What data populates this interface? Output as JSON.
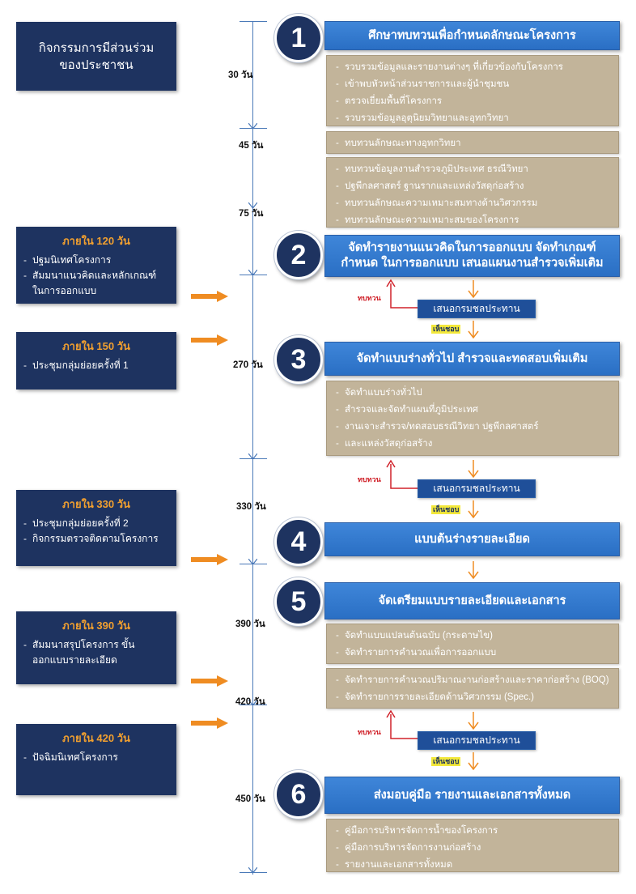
{
  "main_box": {
    "line1": "กิจกรรมการมีส่วนร่วม",
    "line2": "ของประชาชน"
  },
  "participation": [
    {
      "title": "ภายใน 120 วัน",
      "items": [
        "ปฐมนิเทศโครงการ",
        "สัมมนาแนวคิดและหลักเกณฑ์ ในการออกแบบ"
      ]
    },
    {
      "title": "ภายใน 150 วัน",
      "items": [
        "ประชุมกลุ่มย่อยครั้งที่ 1"
      ]
    },
    {
      "title": "ภายใน 330 วัน",
      "items": [
        "ประชุมกลุ่มย่อยครั้งที่ 2",
        "กิจกรรมตรวจติดตามโครงการ"
      ]
    },
    {
      "title": "ภายใน 390 วัน",
      "items": [
        "สัมมนาสรุปโครงการ ขั้นออกแบบรายละเอียด"
      ]
    },
    {
      "title": "ภายใน 420 วัน",
      "items": [
        "ปัจฉิมนิเทศโครงการ"
      ]
    }
  ],
  "days": [
    "30 วัน",
    "45 วัน",
    "75 วัน",
    "270 วัน",
    "330 วัน",
    "390 วัน",
    "420 วัน",
    "450 วัน"
  ],
  "stages": [
    {
      "number": "1",
      "title": "ศึกษาทบทวนเพื่อกำหนดลักษณะโครงการ"
    },
    {
      "number": "2",
      "title": "จัดทำรายงานแนวคิดในการออกแบบ จัดทำเกณฑ์กำหนด ในการออกแบบ เสนอแผนงานสำรวจเพิ่มเติม"
    },
    {
      "number": "3",
      "title": "จัดทำแบบร่างทั่วไป สำรวจและทดสอบเพิ่มเติม"
    },
    {
      "number": "4",
      "title": "แบบต้นร่างรายละเอียด"
    },
    {
      "number": "5",
      "title": "จัดเตรียมแบบรายละเอียดและเอกสาร"
    },
    {
      "number": "6",
      "title": "ส่งมอบคู่มือ รายงานและเอกสารทั้งหมด"
    }
  ],
  "tasks": [
    [
      "รวบรวมข้อมูลและรายงานต่างๆ ที่เกี่ยวข้องกับโครงการ",
      "เข้าพบหัวหน้าส่วนราชการและผู้นำชุมชน",
      "ตรวจเยี่ยมพื้นที่โครงการ",
      "รวบรวมข้อมูลอุตุนิยมวิทยาและอุทกวิทยา"
    ],
    [
      "ทบทวนลักษณะทางอุทกวิทยา"
    ],
    [
      "ทบทวนข้อมูลงานสำรวจภูมิประเทศ ธรณีวิทยา",
      "ปฐพีกลศาสตร์ ฐานรากและแหล่งวัสดุก่อสร้าง",
      "ทบทวนลักษณะความเหมาะสมทางด้านวิศวกรรม",
      "ทบทวนลักษณะความเหมาะสมของโครงการ"
    ],
    [
      "จัดทำแบบร่างทั่วไป",
      "สำรวจและจัดทำแผนที่ภูมิประเทศ",
      "งานเจาะสำรวจ/ทดสอบธรณีวิทยา ปฐพีกลศาสตร์",
      "และแหล่งวัสดุก่อสร้าง"
    ],
    [
      "จัดทำแบบแปลนต้นฉบับ (กระดาษไข)",
      "จัดทำรายการคำนวณเพื่อการออกแบบ"
    ],
    [
      "จัดทำรายการคำนวณปริมาณงานก่อสร้างและราคาก่อสร้าง (BOQ)",
      "จัดทำรายการรายละเอียดด้านวิศวกรรม (Spec.)"
    ],
    [
      "คู่มือการบริหารจัดการน้ำของโครงการ",
      "คู่มือการบริหารจัดการงานก่อสร้าง",
      "รายงานและเอกสารทั้งหมด"
    ]
  ],
  "review": {
    "box": "เสนอกรมชลประทาน",
    "revise": "ทบทวน",
    "agree": "เห็นชอบ"
  },
  "colors": {
    "navy": "#1e3360",
    "blue": "#2a6fc4",
    "tan": "#c2b49a",
    "orange": "#ef8c22",
    "red": "#d0222a",
    "yellow": "#f3e83a"
  }
}
